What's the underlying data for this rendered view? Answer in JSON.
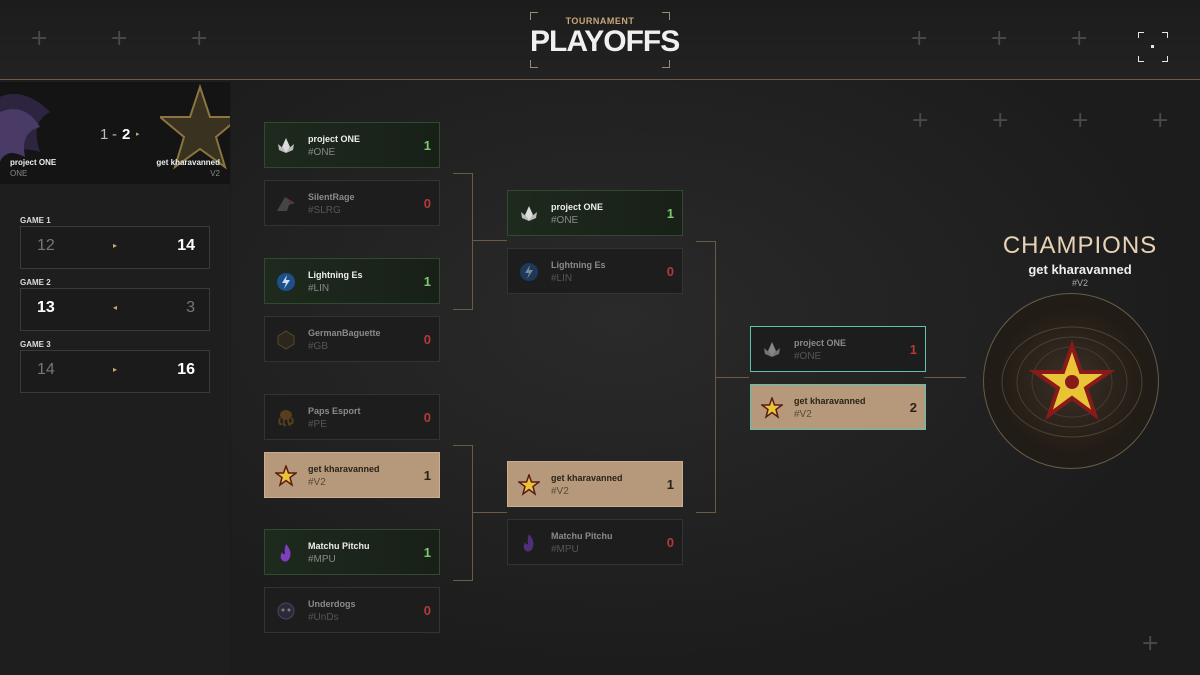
{
  "header": {
    "subtitle": "TOURNAMENT",
    "title": "PLAYOFFS"
  },
  "match": {
    "team1": {
      "name": "project ONE",
      "tag": "ONE",
      "score": "1"
    },
    "team2": {
      "name": "get kharavanned",
      "tag": "V2",
      "score": "2"
    },
    "separator": "-",
    "games": [
      {
        "label": "GAME 1",
        "left": "12",
        "right": "14",
        "winner": "right"
      },
      {
        "label": "GAME 2",
        "left": "13",
        "right": "3",
        "winner": "left"
      },
      {
        "label": "GAME 3",
        "left": "14",
        "right": "16",
        "winner": "right"
      }
    ]
  },
  "round1": [
    {
      "name": "project ONE",
      "tag": "#ONE",
      "score": "1",
      "state": "win",
      "logo": "lotus-logo"
    },
    {
      "name": "SilentRage",
      "tag": "#SLRG",
      "score": "0",
      "state": "lose",
      "logo": "wolf-logo"
    },
    {
      "name": "Lightning Es",
      "tag": "#LIN",
      "score": "1",
      "state": "win",
      "logo": "lightning-logo"
    },
    {
      "name": "GermanBaguette",
      "tag": "#GB",
      "score": "0",
      "state": "lose",
      "logo": "gb-logo"
    },
    {
      "name": "Paps Esport",
      "tag": "#PE",
      "score": "0",
      "state": "lose",
      "logo": "octopus-logo"
    },
    {
      "name": "get kharavanned",
      "tag": "#V2",
      "score": "1",
      "state": "gold",
      "logo": "star-logo"
    },
    {
      "name": "Matchu Pitchu",
      "tag": "#MPU",
      "score": "1",
      "state": "win",
      "logo": "flame-logo"
    },
    {
      "name": "Underdogs",
      "tag": "#UnDs",
      "score": "0",
      "state": "lose",
      "logo": "dog-logo"
    }
  ],
  "round2": [
    {
      "name": "project ONE",
      "tag": "#ONE",
      "score": "1",
      "state": "win",
      "logo": "lotus-logo"
    },
    {
      "name": "Lightning Es",
      "tag": "#LIN",
      "score": "0",
      "state": "lose",
      "logo": "lightning-logo"
    },
    {
      "name": "get kharavanned",
      "tag": "#V2",
      "score": "1",
      "state": "gold",
      "logo": "star-logo"
    },
    {
      "name": "Matchu Pitchu",
      "tag": "#MPU",
      "score": "0",
      "state": "lose",
      "logo": "flame-logo"
    }
  ],
  "final": [
    {
      "name": "project ONE",
      "tag": "#ONE",
      "score": "1",
      "state": "lose",
      "logo": "lotus-logo"
    },
    {
      "name": "get kharavanned",
      "tag": "#V2",
      "score": "2",
      "state": "gold",
      "logo": "star-logo"
    }
  ],
  "champion": {
    "title": "CHAMPIONS",
    "name": "get kharavanned",
    "tag": "#V2"
  },
  "colors": {
    "accent": "#c8a878",
    "win": "#7ec86f",
    "loss": "#b33a3a",
    "gold_card": "#b6997a",
    "final_border": "#5fc2b0"
  }
}
